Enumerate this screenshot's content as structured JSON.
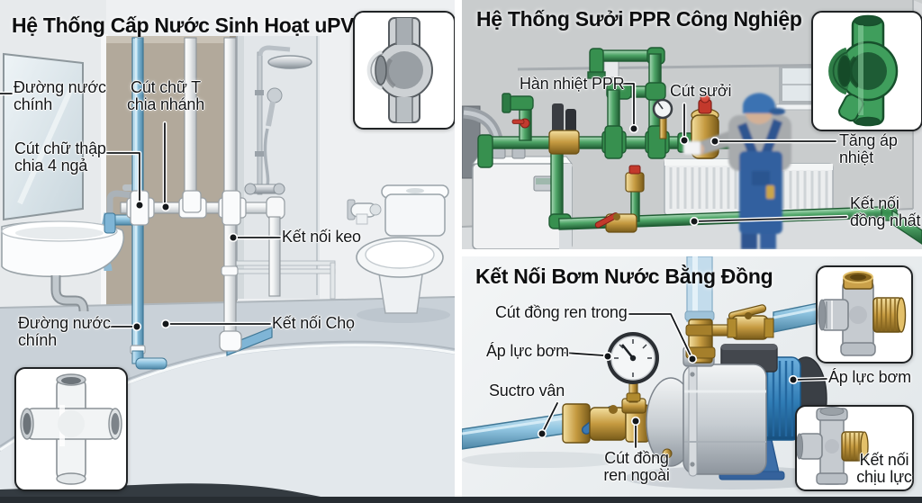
{
  "colors": {
    "pipe_blue": "#8fc4e0",
    "pipe_green": "#4ea567",
    "brass": "#c59a40",
    "label_text": "#131517",
    "divider": "#ffffff"
  },
  "panels": {
    "upvc": {
      "title": "Hệ Thống Cấp Nước Sinh Hoạt uPVC",
      "labels": {
        "main_line_top": "Đường nước chính",
        "tee_branch": "Cút chữ T chia nhánh",
        "cross_4way": "Cút chữ thập chia 4 ngả",
        "glue_joint": "Kết nối keo",
        "main_line_bottom": "Đường nước chính",
        "cho_joint": "Kết nối Chọ"
      }
    },
    "ppr": {
      "title": "Hệ Thống Sưởi PPR Công Nghiệp",
      "labels": {
        "heat_weld": "Hàn nhiệt PPR",
        "heating_elbow": "Cút sưởi",
        "thermal_boost": "Tăng áp nhiệt",
        "uniform_joint": "Kết nối đồng nhất"
      }
    },
    "brass": {
      "title": "Kết Nối Bơm Nước Bằng Đồng",
      "labels": {
        "female_thread": "Cút đồng ren trong",
        "pump_pressure_left": "Áp lực bơm",
        "suction_line": "Suctro vân",
        "male_thread": "Cút đồng ren ngoài",
        "pump_pressure_right": "Áp lực bơm",
        "load_joint": "Kết nối chịu lực"
      }
    }
  }
}
